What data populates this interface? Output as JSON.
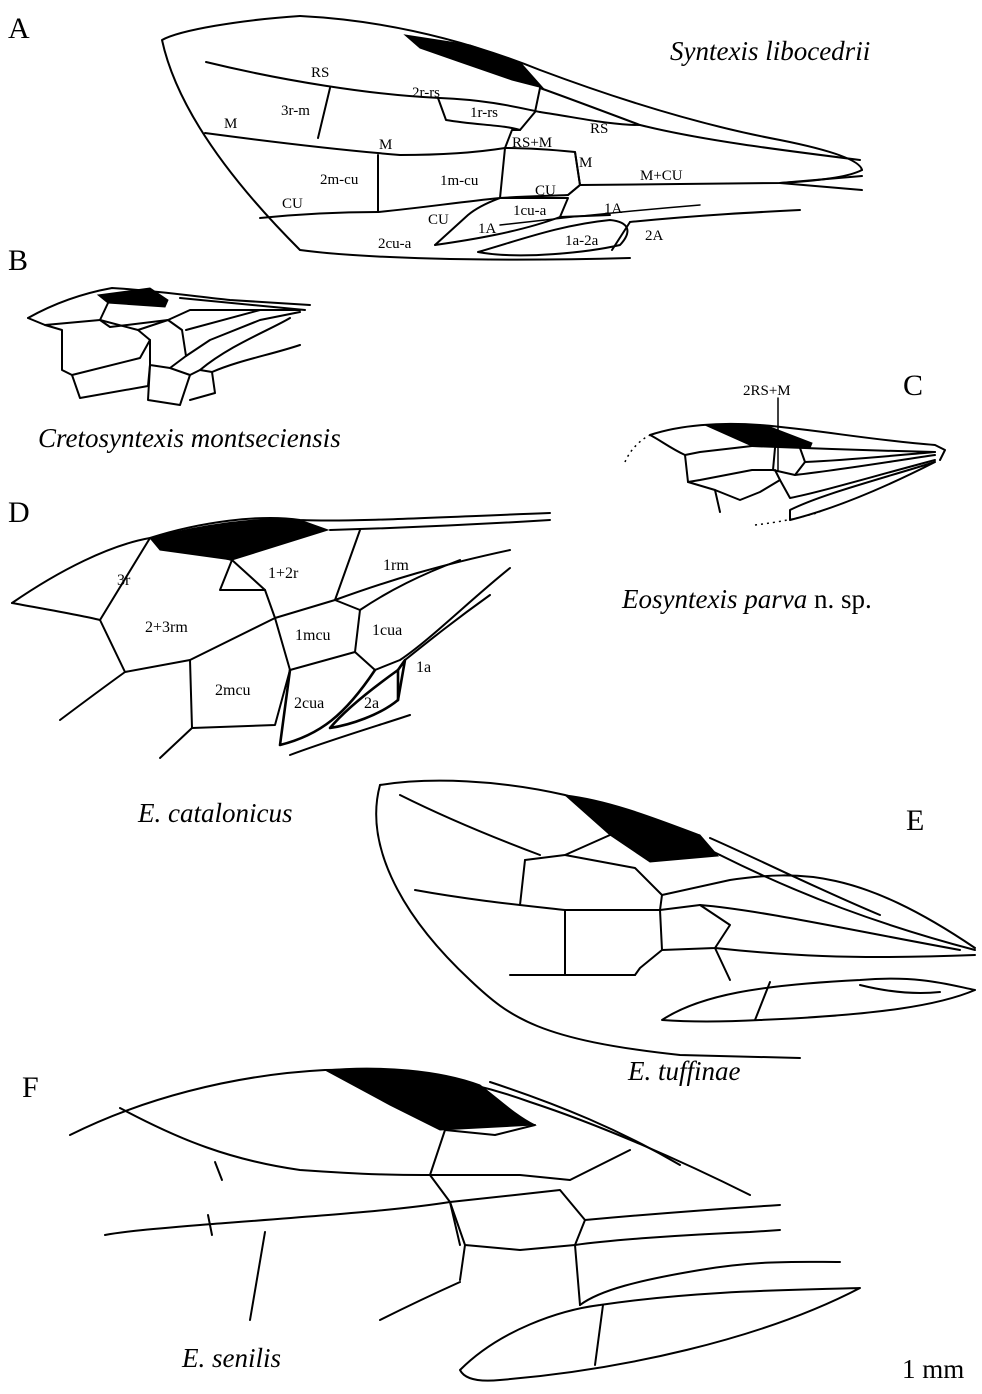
{
  "figure": {
    "panels": [
      {
        "letter": "A",
        "species": "Syntexis libocedrii",
        "labels": [
          "RS",
          "3r-m",
          "2r-rs",
          "1r-rs",
          "M",
          "RS+M",
          "RS",
          "M",
          "2m-cu",
          "1m-cu",
          "M",
          "M+CU",
          "CU",
          "CU",
          "1cu-a",
          "CU",
          "1A",
          "1A",
          "2cu-a",
          "1a-2a",
          "2A"
        ]
      },
      {
        "letter": "B",
        "species": "Cretosyntexis montseciensis",
        "labels": []
      },
      {
        "letter": "C",
        "species": "Eosyntexis parva",
        "species_suffix": " n. sp.",
        "labels": [
          "2RS+M"
        ]
      },
      {
        "letter": "D",
        "species": "E. catalonicus",
        "labels": [
          "3r",
          "1+2r",
          "1rm",
          "2+3rm",
          "1mcu",
          "1cua",
          "2mcu",
          "1a",
          "2cua",
          "2a"
        ]
      },
      {
        "letter": "E",
        "species": "E. tuffinae",
        "labels": []
      },
      {
        "letter": "F",
        "species": "E. senilis",
        "labels": []
      }
    ],
    "scale_label": "1 mm"
  }
}
